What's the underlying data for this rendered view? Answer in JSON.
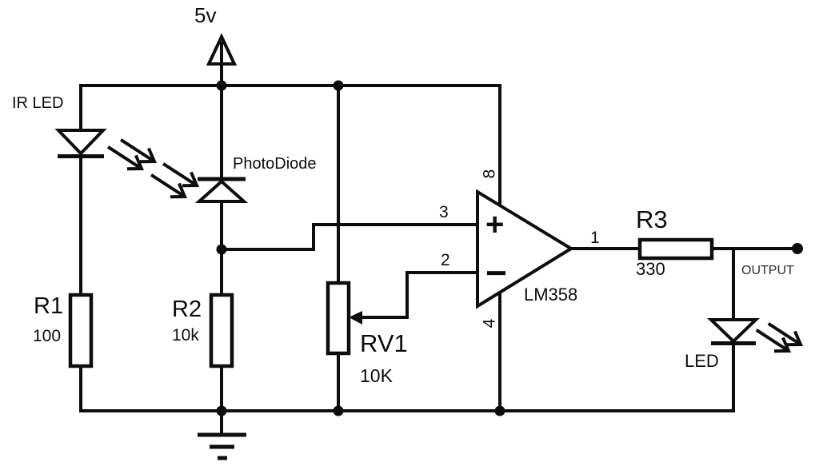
{
  "schematic": {
    "power_label": "5v",
    "ir_led": {
      "label": "IR LED"
    },
    "photodiode": {
      "label": "PhotoDiode"
    },
    "r1": {
      "ref": "R1",
      "value": "100"
    },
    "r2": {
      "ref": "R2",
      "value": "10k"
    },
    "rv1": {
      "ref": "RV1",
      "value": "10K"
    },
    "r3": {
      "ref": "R3",
      "value": "330"
    },
    "opamp": {
      "part": "LM358",
      "plus_sign": "+",
      "minus_sign": "−",
      "pin_noninverting": "3",
      "pin_inverting": "2",
      "pin_output": "1",
      "pin_vcc": "8",
      "pin_gnd": "4"
    },
    "out_led": {
      "label": "LED"
    },
    "output_label": "OUTPUT"
  },
  "colors": {
    "line": "#0d0d0d",
    "background": "#ffffff",
    "output_text": "#2e2e38"
  }
}
